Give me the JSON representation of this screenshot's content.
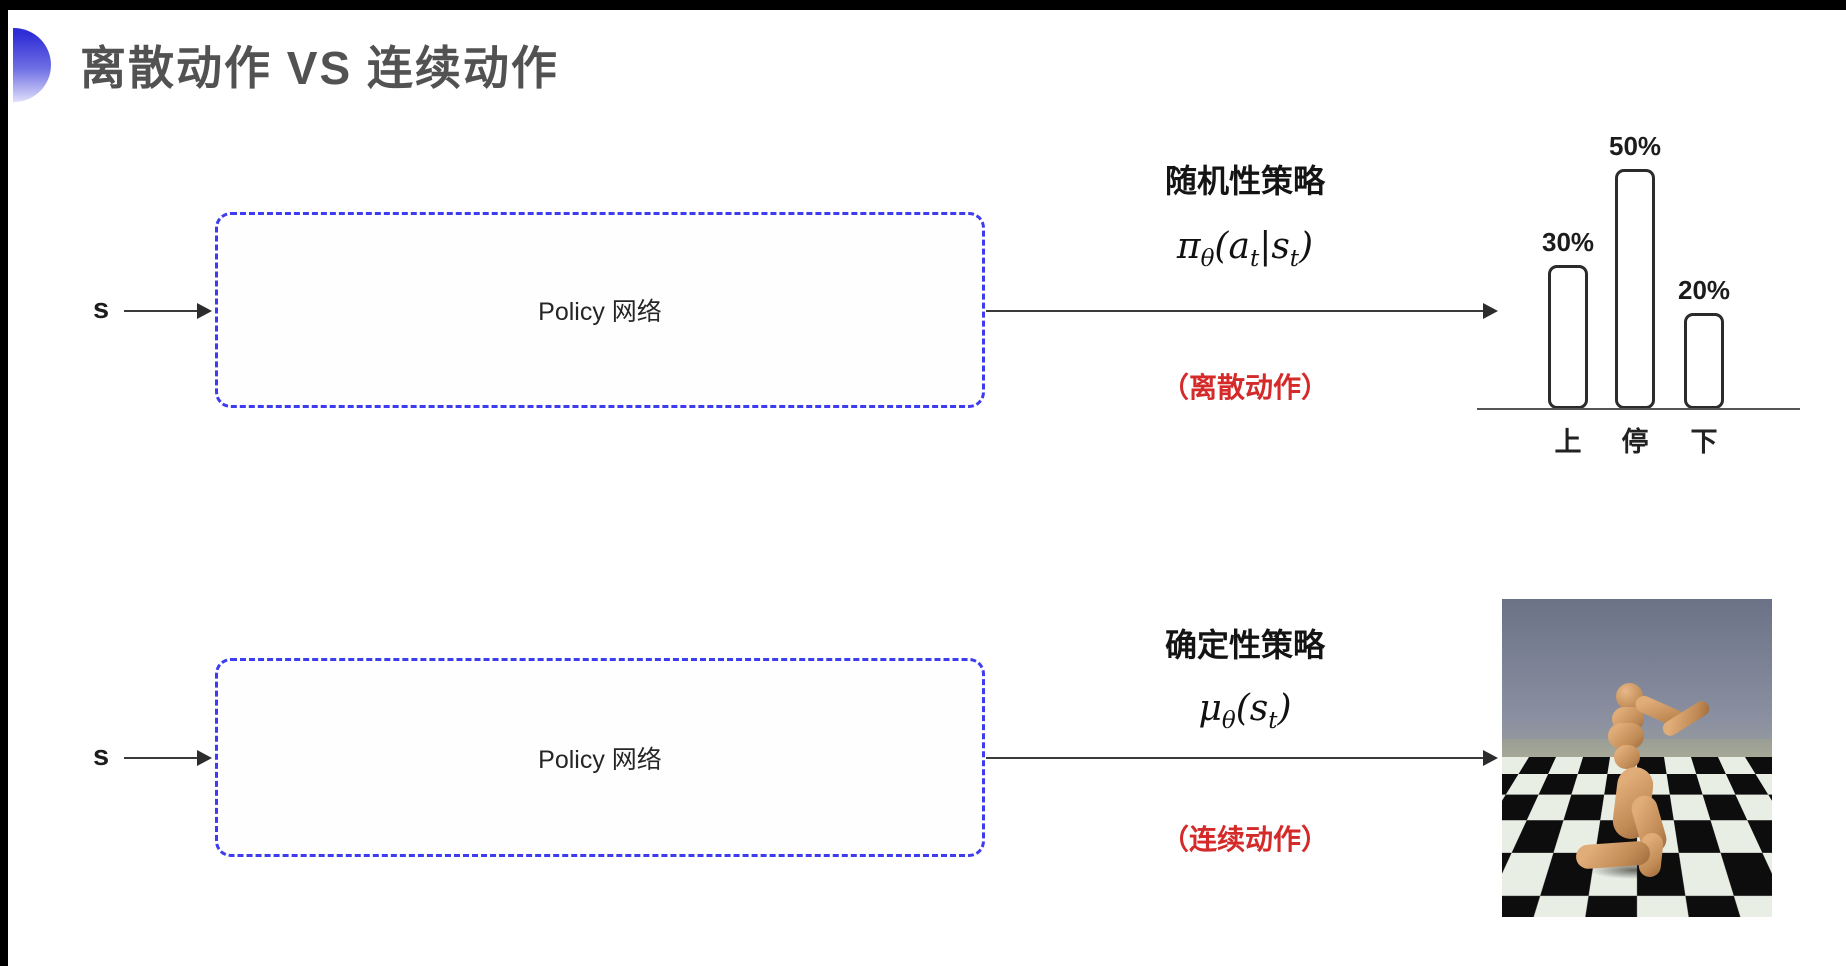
{
  "slide": {
    "title": "离散动作 VS 连续动作"
  },
  "rows": [
    {
      "input_label": "s",
      "box_label": "Policy 网络",
      "policy_type": "随机性策略",
      "formula": {
        "f1": "π",
        "f1sub": "θ",
        "f2": "(a",
        "f2sub": "t",
        "f3": "|s",
        "f3sub": "t",
        "f4": ")"
      },
      "action_note": "（离散动作）"
    },
    {
      "input_label": "s",
      "box_label": "Policy 网络",
      "policy_type": "确定性策略",
      "formula": {
        "f1": "μ",
        "f1sub": "θ",
        "f2": "(s",
        "f2sub": "t",
        "f3": "",
        "f3sub": "",
        "f4": ")"
      },
      "action_note": "（连续动作）"
    }
  ],
  "chart_data": {
    "type": "bar",
    "categories": [
      "上",
      "停",
      "下"
    ],
    "values": [
      30,
      50,
      20
    ],
    "value_labels": [
      "30%",
      "50%",
      "20%"
    ],
    "title": "",
    "xlabel": "",
    "ylabel": "",
    "ylim": [
      0,
      60
    ],
    "grid": false,
    "legend": false,
    "bar_style": "white fill, dark rounded outline"
  },
  "simulation": {
    "content": "humanoid robot kneeling on black-white checkerboard floor, grey-blue sky",
    "sky_color": "#6b7287",
    "floor_dark": "#0d0d0d",
    "floor_light": "#e9eee5",
    "robot_color": "#c08a55"
  },
  "colors": {
    "accent_blue": "#3d3cee",
    "note_red": "#d42a2a",
    "title_gray": "#525252",
    "line_dark": "#3a3a3a"
  }
}
